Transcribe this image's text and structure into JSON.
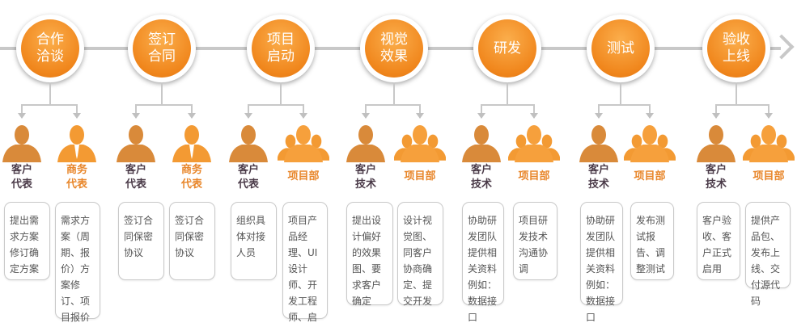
{
  "stages": [
    {
      "title": "合作\n洽谈",
      "left": {
        "role": "客户\n代表",
        "type": "client",
        "desc": "提出需求方案修订确定方案"
      },
      "right": {
        "role": "商务\n代表",
        "type": "biz",
        "desc": "需求方案（周期、报价）方案修订、项目报价周期"
      }
    },
    {
      "title": "签订\n合同",
      "left": {
        "role": "客户\n代表",
        "type": "client",
        "desc": "签订合同保密协议"
      },
      "right": {
        "role": "商务\n代表",
        "type": "biz",
        "desc": "签订合同保密协议"
      }
    },
    {
      "title": "项目\n启动",
      "left": {
        "role": "客户\n代表",
        "type": "client",
        "desc": "组织具体对接人员"
      },
      "right": {
        "role": "项目部",
        "type": "proj",
        "desc": "项目产品经理、UI设计师、开发工程师、启动项目团队"
      }
    },
    {
      "title": "视觉\n效果",
      "left": {
        "role": "客户\n技术",
        "type": "client",
        "desc": "提出设计偏好的效果图、要求客户确定"
      },
      "right": {
        "role": "项目部",
        "type": "proj",
        "desc": "设计视觉图、同客户协商确定、提交开发"
      }
    },
    {
      "title": "研发",
      "left": {
        "role": "客户\n技术",
        "type": "client",
        "desc": "协助研发团队提供相关资料例如：数据接口"
      },
      "right": {
        "role": "项目部",
        "type": "proj",
        "desc": "项目研发技术沟通协调"
      }
    },
    {
      "title": "测试",
      "left": {
        "role": "客户\n技术",
        "type": "client",
        "desc": "协助研发团队提供相关资料例如：数据接口"
      },
      "right": {
        "role": "项目部",
        "type": "proj",
        "desc": "发布测试报告、调整测试"
      }
    },
    {
      "title": "验收\n上线",
      "left": {
        "role": "客户\n技术",
        "type": "client",
        "desc": "客户验收、客户正式启用"
      },
      "right": {
        "role": "项目部",
        "type": "proj",
        "desc": "提供产品包、发布上线、交付源代码"
      }
    }
  ],
  "colors": {
    "accent": "#f0861c",
    "client": "#d98a3a",
    "biz": "#f39a33",
    "line": "#c8c8c8"
  }
}
